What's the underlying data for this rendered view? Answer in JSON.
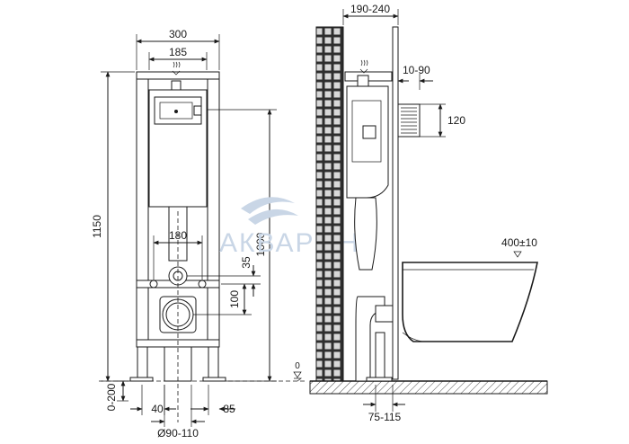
{
  "watermark": "АКВАРМНК",
  "front_view": {
    "frame_width": "300",
    "inner_width": "185",
    "total_height": "1150",
    "support_height": "1000",
    "drain_spacing": "180",
    "drain_offset": "35",
    "outlet_height": "100",
    "leg_adjust": "0-200",
    "leg_offset": "40",
    "outlet_diameter": "Ø90-110",
    "outlet_offset": "85"
  },
  "side_view": {
    "depth": "190-240",
    "flush_offset": "10-90",
    "flush_height": "120",
    "bowl_height": "400±10",
    "floor_level": "0",
    "pipe_offset": "75-115"
  }
}
